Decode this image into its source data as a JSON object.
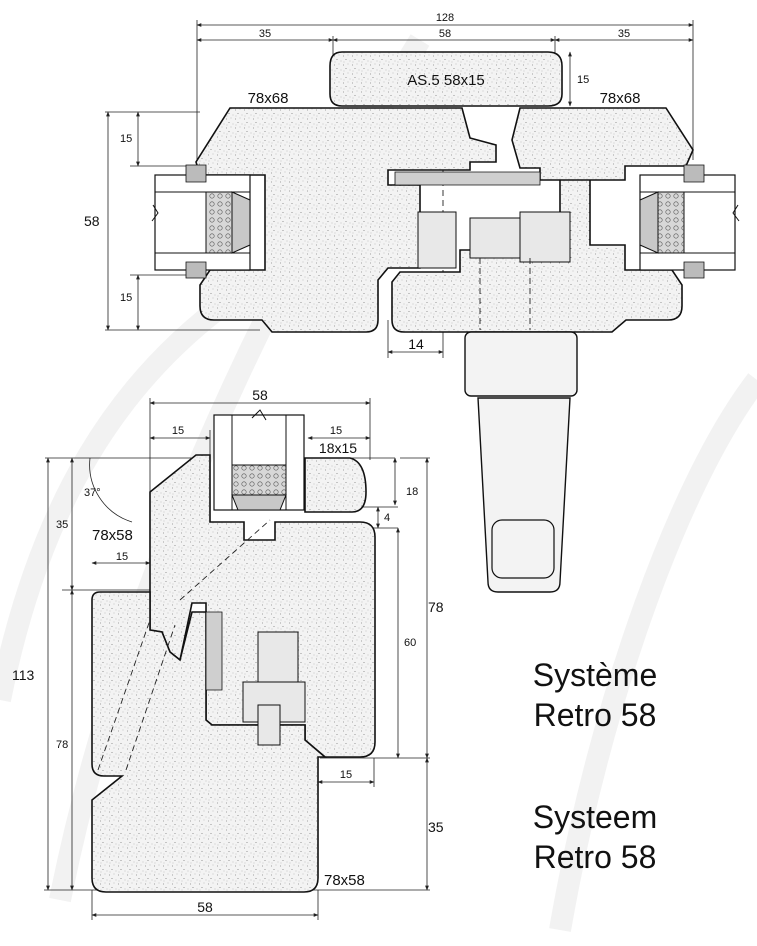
{
  "top_section": {
    "dims": {
      "overall_width": "128",
      "left_width": "35",
      "center_width": "58",
      "right_width": "35",
      "bead_height": "15",
      "upper_height": "15",
      "lower_height": "15",
      "total_height": "58",
      "gap_width": "14"
    },
    "labels": {
      "bead": "AS.5  58x15",
      "left_profile": "78x68",
      "right_profile": "78x68"
    }
  },
  "bottom_section": {
    "dims": {
      "top_width": "58",
      "rebate_width": "15",
      "bead_width": "15",
      "bead_size": "18x15",
      "angle": "37°",
      "upper_height": "35",
      "glass_height": "18",
      "offset": "4",
      "left_inset": "15",
      "frame_height": "78",
      "inner_height": "60",
      "overall_height": "113",
      "left_height": "78",
      "bottom_inset": "15",
      "bottom_height": "35",
      "bottom_width": "58"
    },
    "labels": {
      "sash_profile": "78x58",
      "frame_profile": "78x58"
    }
  },
  "titles": {
    "line1_fr": "Système",
    "line2_fr": "Retro 58",
    "line1_nl": "Systeem",
    "line2_nl": "Retro 58"
  }
}
